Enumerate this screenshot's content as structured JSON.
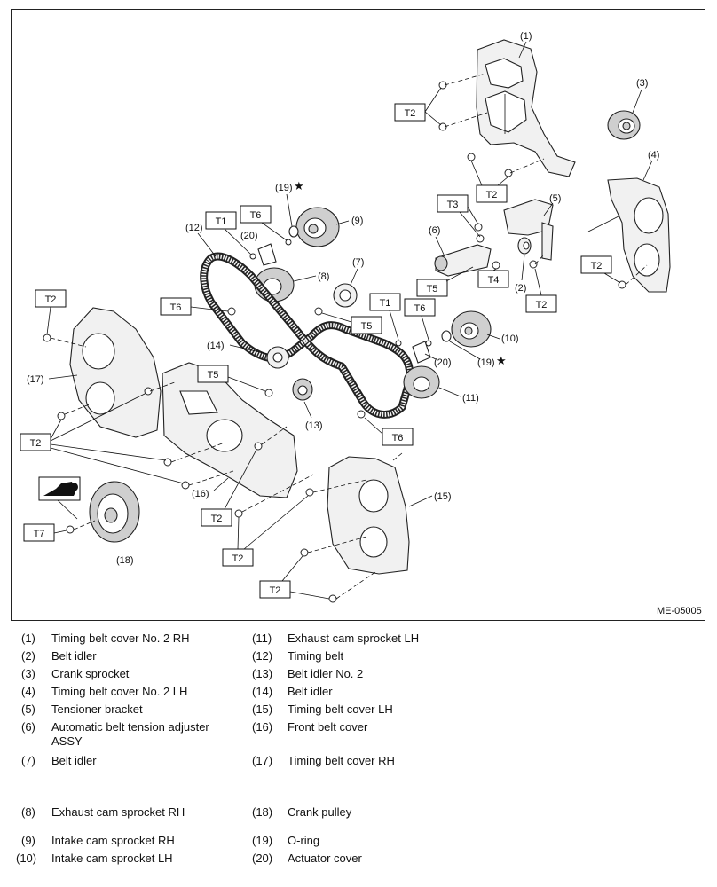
{
  "diagram": {
    "figure_id": "ME-05005",
    "callouts": {
      "c1": "(1)",
      "c2": "(2)",
      "c3": "(3)",
      "c4": "(4)",
      "c5": "(5)",
      "c6": "(6)",
      "c7": "(7)",
      "c8": "(8)",
      "c9": "(9)",
      "c10": "(10)",
      "c11": "(11)",
      "c12": "(12)",
      "c13": "(13)",
      "c14": "(14)",
      "c15": "(15)",
      "c16": "(16)",
      "c17": "(17)",
      "c18": "(18)",
      "c19a": "(19)",
      "c19b": "(19)",
      "c20a": "(20)",
      "c20b": "(20)"
    },
    "star": "★",
    "torque_labels": {
      "T1": "T1",
      "T2": "T2",
      "T3": "T3",
      "T4": "T4",
      "T5": "T5",
      "T6": "T6",
      "T7": "T7"
    }
  },
  "legend": {
    "items": [
      {
        "num": "(1)",
        "text": "Timing belt cover No. 2 RH"
      },
      {
        "num": "(2)",
        "text": "Belt idler"
      },
      {
        "num": "(3)",
        "text": "Crank sprocket"
      },
      {
        "num": "(4)",
        "text": "Timing belt cover No. 2 LH"
      },
      {
        "num": "(5)",
        "text": "Tensioner bracket"
      },
      {
        "num": "(6)",
        "text": "Automatic belt tension adjuster ASSY"
      },
      {
        "num": "(7)",
        "text": "Belt idler"
      },
      {
        "num": "(8)",
        "text": "Exhaust cam sprocket RH"
      },
      {
        "num": "(9)",
        "text": "Intake cam sprocket RH"
      },
      {
        "num": "(10)",
        "text": "Intake cam sprocket LH"
      },
      {
        "num": "(11)",
        "text": "Exhaust cam sprocket LH"
      },
      {
        "num": "(12)",
        "text": "Timing belt"
      },
      {
        "num": "(13)",
        "text": "Belt idler No. 2"
      },
      {
        "num": "(14)",
        "text": "Belt idler"
      },
      {
        "num": "(15)",
        "text": "Timing belt cover LH"
      },
      {
        "num": "(16)",
        "text": "Front belt cover"
      },
      {
        "num": "(17)",
        "text": "Timing belt cover RH"
      },
      {
        "num": "(18)",
        "text": "Crank pulley"
      },
      {
        "num": "(19)",
        "text": "O-ring"
      },
      {
        "num": "(20)",
        "text": "Actuator cover"
      }
    ]
  }
}
